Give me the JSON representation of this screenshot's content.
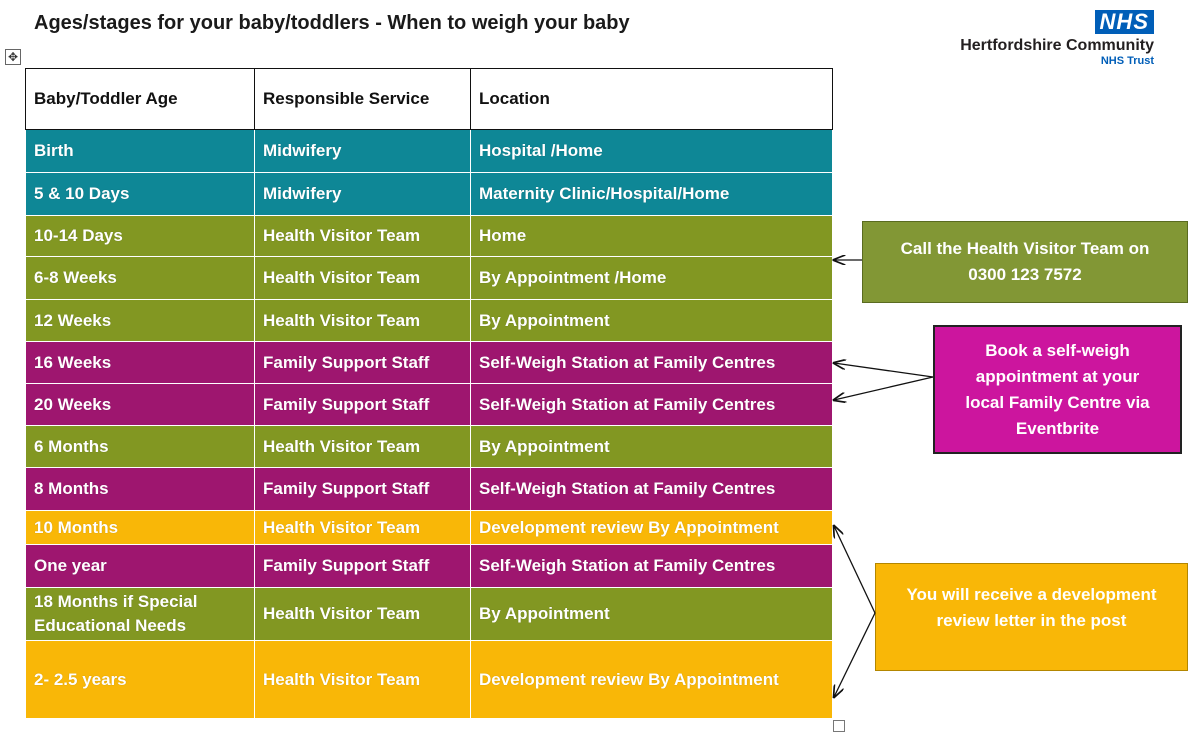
{
  "title": "Ages/stages for your baby/toddlers - When to weigh your baby",
  "logo": {
    "mark": "NHS",
    "organisation": "Hertfordshire Community",
    "trust": "NHS Trust"
  },
  "table": {
    "headers": [
      "Baby/Toddler Age",
      "Responsible Service",
      "Location"
    ],
    "rows": [
      {
        "age": "Birth",
        "service": "Midwifery",
        "location": "Hospital /Home",
        "color": "#0e8796"
      },
      {
        "age": "5 & 10 Days",
        "service": "Midwifery",
        "location": "Maternity Clinic/Hospital/Home",
        "color": "#0e8796"
      },
      {
        "age": "10-14 Days",
        "service": "Health Visitor Team",
        "location": "Home",
        "color": "#829722"
      },
      {
        "age": "6-8 Weeks",
        "service": "Health Visitor Team",
        "location": "By Appointment /Home",
        "color": "#829722"
      },
      {
        "age": "12 Weeks",
        "service": "Health Visitor Team",
        "location": "By Appointment",
        "color": "#829722"
      },
      {
        "age": "16 Weeks",
        "service": "Family Support Staff",
        "location": "Self-Weigh Station at Family Centres",
        "color": "#9e166f"
      },
      {
        "age": "20 Weeks",
        "service": "Family Support Staff",
        "location": "Self-Weigh Station at Family Centres",
        "color": "#9e166f"
      },
      {
        "age": "6 Months",
        "service": "Health Visitor Team",
        "location": "By Appointment",
        "color": "#829722"
      },
      {
        "age": "8 Months",
        "service": "Family Support Staff",
        "location": "Self-Weigh Station at Family Centres",
        "color": "#9e166f"
      },
      {
        "age": "10 Months",
        "service": "Health Visitor Team",
        "location": "Development review By Appointment",
        "color": "#f9b707"
      },
      {
        "age": "One year",
        "service": "Family Support Staff",
        "location": "Self-Weigh Station at Family Centres",
        "color": "#9e166f"
      },
      {
        "age": "18 Months if Special Educational Needs",
        "service": "Health Visitor Team",
        "location": "By Appointment",
        "color": "#829722"
      },
      {
        "age": "2- 2.5 years",
        "service": "Health Visitor Team",
        "location": "Development review By Appointment",
        "color": "#f9b707"
      }
    ]
  },
  "notes": {
    "health_visitor": "Call the Health Visitor Team on 0300 123 7572",
    "self_weigh": "Book a self-weigh appointment at your local Family Centre via Eventbrite",
    "development": "You will receive a development review letter in the post"
  },
  "icons": {
    "move": "move-handle-icon",
    "resize": "resize-handle-icon"
  }
}
